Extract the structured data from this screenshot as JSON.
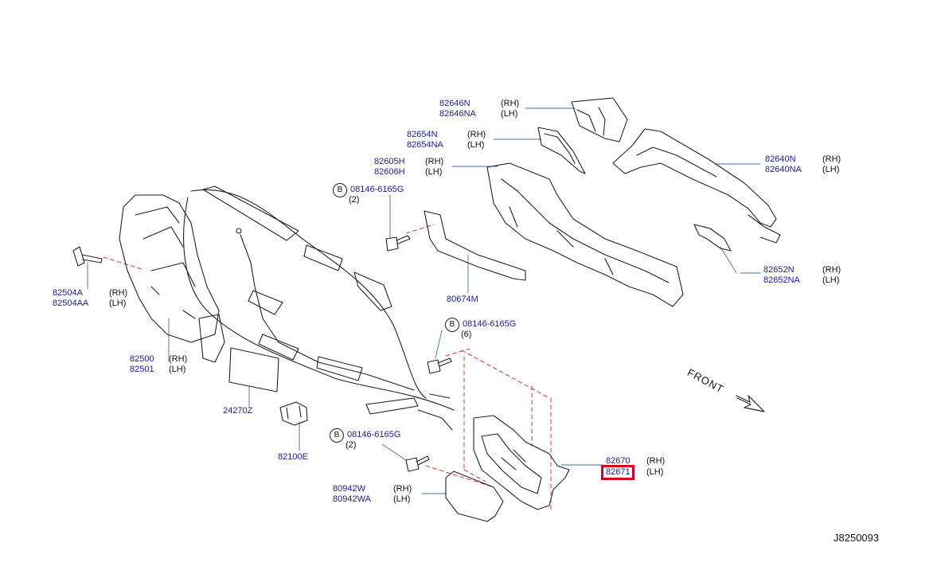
{
  "diagram_code": "J8250093",
  "front_label": "FRONT",
  "parts": {
    "p82646": {
      "a": "82646N",
      "b": "82646NA",
      "sa": "(RH)",
      "sb": "(LH)"
    },
    "p82654": {
      "a": "82654N",
      "b": "82654NA",
      "sa": "(RH)",
      "sb": "(LH)"
    },
    "p82605": {
      "a": "82605H",
      "b": "82606H",
      "sa": "(RH)",
      "sb": "(LH)"
    },
    "p82640": {
      "a": "82640N",
      "b": "82640NA",
      "sa": "(RH)",
      "sb": "(LH)"
    },
    "p82652": {
      "a": "82652N",
      "b": "82652NA",
      "sa": "(RH)",
      "sb": "(LH)"
    },
    "p80674": {
      "a": "80674M"
    },
    "p82504": {
      "a": "82504A",
      "b": "82504AA",
      "sa": "(RH)",
      "sb": "(LH)"
    },
    "p82500": {
      "a": "82500",
      "b": "82501",
      "sa": "(RH)",
      "sb": "(LH)"
    },
    "p24270": {
      "a": "24270Z"
    },
    "p82100": {
      "a": "82100E"
    },
    "p80942": {
      "a": "80942W",
      "b": "80942WA",
      "sa": "(RH)",
      "sb": "(LH)"
    },
    "p82670": {
      "a": "82670",
      "b": "82671",
      "sa": "(RH)",
      "sb": "(LH)"
    }
  },
  "bolts": [
    {
      "symbol": "B",
      "part": "08146-6165G",
      "qty": "(2)"
    },
    {
      "symbol": "B",
      "part": "08146-6165G",
      "qty": "(6)"
    },
    {
      "symbol": "B",
      "part": "08146-6165G",
      "qty": "(2)"
    }
  ],
  "selected_part": "82671"
}
